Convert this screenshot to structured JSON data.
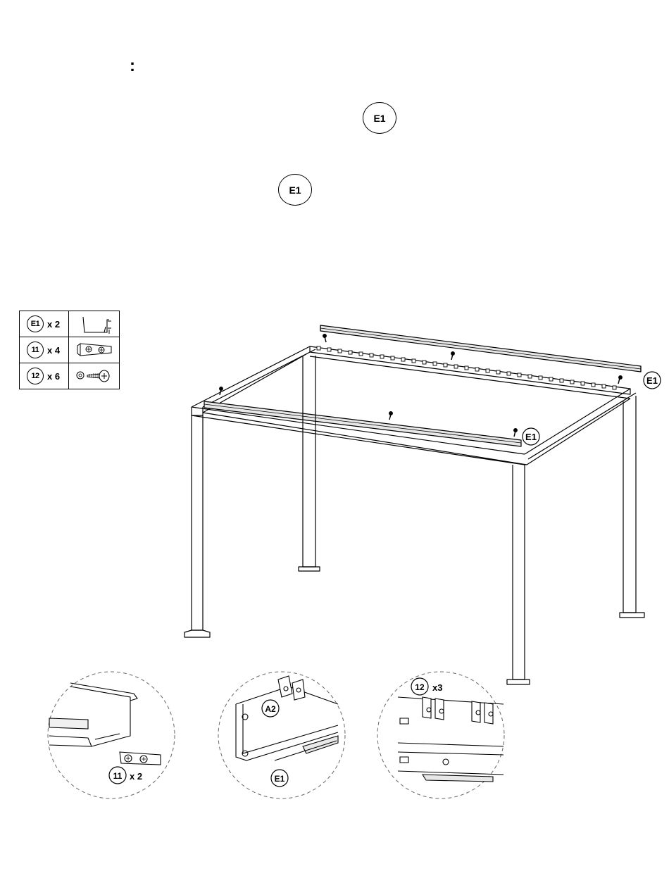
{
  "header": {
    "colon": ":"
  },
  "callouts": {
    "top_badge": "E1",
    "mid_badge": "E1"
  },
  "parts": [
    {
      "id": "E1",
      "qty": "x 2",
      "icon": "gutter-bracket-icon"
    },
    {
      "id": "11",
      "qty": "x 4",
      "icon": "connector-plate-icon"
    },
    {
      "id": "12",
      "qty": "x 6",
      "icon": "screw-washer-icon"
    }
  ],
  "diagram_labels": {
    "back_rail": "E1",
    "front_rail": "E1"
  },
  "details": {
    "detail1": {
      "part": "11",
      "qty": "x 2"
    },
    "detail2": {
      "part_a": "A2",
      "part_b": "E1"
    },
    "detail3": {
      "part": "12",
      "qty": "x3"
    }
  }
}
